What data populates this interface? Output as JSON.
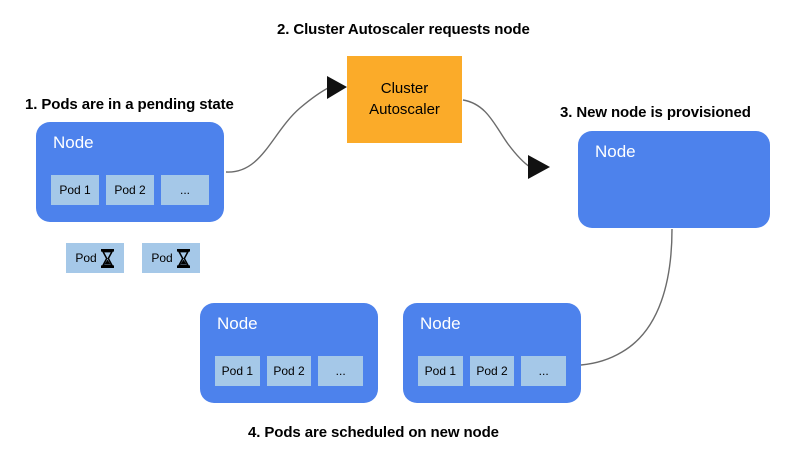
{
  "diagram": {
    "title": "Cluster Autoscaler node provisioning flow",
    "colors": {
      "node_blue": "#4d82ec",
      "pod_light_blue": "#a5c8e8",
      "autoscaler_orange": "#fbab29",
      "connector_gray": "#6b6b6b",
      "text_black": "#000000",
      "node_label_white": "#ffffff",
      "background": "#ffffff"
    },
    "steps": [
      {
        "id": "step1",
        "caption": "1. Pods are in a pending state"
      },
      {
        "id": "step2",
        "caption": "2. Cluster Autoscaler requests node"
      },
      {
        "id": "step3",
        "caption": "3. New node is provisioned"
      },
      {
        "id": "step4",
        "caption": "4. Pods are scheduled on new node"
      }
    ],
    "nodes": {
      "pending_node": {
        "label": "Node",
        "pods": [
          "Pod 1",
          "Pod 2",
          "..."
        ]
      },
      "new_node": {
        "label": "Node",
        "pods": []
      },
      "scheduled_node_left": {
        "label": "Node",
        "pods": [
          "Pod 1",
          "Pod 2",
          "..."
        ]
      },
      "scheduled_node_right": {
        "label": "Node",
        "pods": [
          "Pod 1",
          "Pod 2",
          "..."
        ]
      }
    },
    "pending_pods": [
      {
        "label": "Pod",
        "icon": "hourglass-icon"
      },
      {
        "label": "Pod",
        "icon": "hourglass-icon"
      }
    ],
    "autoscaler": {
      "line1": "Cluster",
      "line2": "Autoscaler"
    },
    "connectors": [
      {
        "id": "node-to-autoscaler",
        "arrowhead": true
      },
      {
        "id": "autoscaler-to-new-node",
        "arrowhead": true
      },
      {
        "id": "new-node-to-scheduled-node",
        "arrowhead": false
      }
    ]
  }
}
